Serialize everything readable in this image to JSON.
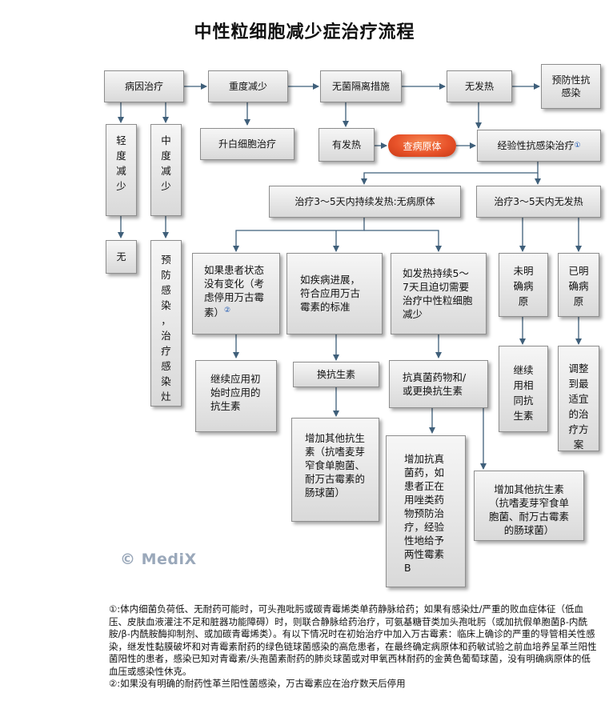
{
  "title": "中性粒细胞减少症治疗流程",
  "nodes": {
    "cause_treatment": "病因治疗",
    "severe": "重度减少",
    "aseptic": "无菌隔离措施",
    "no_fever": "无发热",
    "prevent_infection": "预防性抗感染",
    "mild": [
      "轻",
      "度",
      "减",
      "少"
    ],
    "moderate": [
      "中",
      "度",
      "减",
      "少"
    ],
    "raise_wbc": "升白细胞治疗",
    "fever": "有发热",
    "find_pathogen": "查病原体",
    "empiric": "经验性抗感染治疗",
    "empiric_ref": "①",
    "fever_3_5": "治疗3～5天内持续发热:无病原体",
    "nofever_3_5": "治疗3～5天内无发热",
    "none": "无",
    "moderate_action": [
      "预",
      "防",
      "感",
      "染",
      "，",
      "治",
      "疗",
      "感",
      "染",
      "灶"
    ],
    "no_change": "如果患者状态没有变化（考虑停用万古霉素）",
    "no_change_ref": "②",
    "progress": "如疾病进展，符合应用万古霉素的标准",
    "persist_fever": "如发热持续5～7天且迫切需要治疗中性粒细胞减少",
    "unknown_pathogen": [
      "未明",
      "确病",
      "原"
    ],
    "known_pathogen": [
      "已明",
      "确病",
      "原"
    ],
    "continue_initial": "继续应用初始时应用的抗生素",
    "switch_antibiotic": "换抗生素",
    "antifungal_switch": "抗真菌药物和/或更换抗生素",
    "continue_same": [
      "继续",
      "用相",
      "同抗",
      "生素"
    ],
    "adjust": [
      "调整",
      "到最",
      "适宜",
      "的治",
      "疗方",
      "案"
    ],
    "add_other_1": "增加其他抗生素（抗嗜麦芽窄食单胞菌、耐万古霉素的肠球菌）",
    "add_antifungal": "增加抗真菌药，如患者正在用唑类药物预防治疗，经验性地给予两性霉素B",
    "add_other_2": "增加其他抗生素（抗嗜麦芽窄食单胞菌、耐万古霉素的肠球菌）"
  },
  "logo": "© MediX",
  "notes": {
    "note1": "①:体内细菌负荷低、无耐药可能时，可头孢吡肟或碳青霉烯类单药静脉给药；如果有感染灶/严重的败血症体征（低血压、皮肤血液灌注不足和脏器功能障碍）时，则联合静脉给药治疗，可氨基糖苷类加头孢吡肟（或加抗假单胞菌β-内酰胺/β-内酰胺酶抑制剂、或加碳青霉烯类）。有以下情况时在初始治疗中加入万古霉素：临床上确诊的严重的导管相关性感染，继发性黏膜破坏和对青霉素耐药的绿色链球菌感染的高危患者，在最终确定病原体和药敏试验之前血培养呈革兰阳性菌阳性的患者，感染已知对青霉素/头孢菌素耐药的肺炎球菌或对甲氧西林耐药的金黄色葡萄球菌，没有明确病原体的低血压或感染性休克。",
    "note2": "②:如果没有明确的耐药性革兰阳性菌感染，万古霉素应在治疗数天后停用"
  },
  "colors": {
    "line": "#3f5f7a",
    "pill": "#e8532a",
    "box_border": "#8e8e8e"
  }
}
